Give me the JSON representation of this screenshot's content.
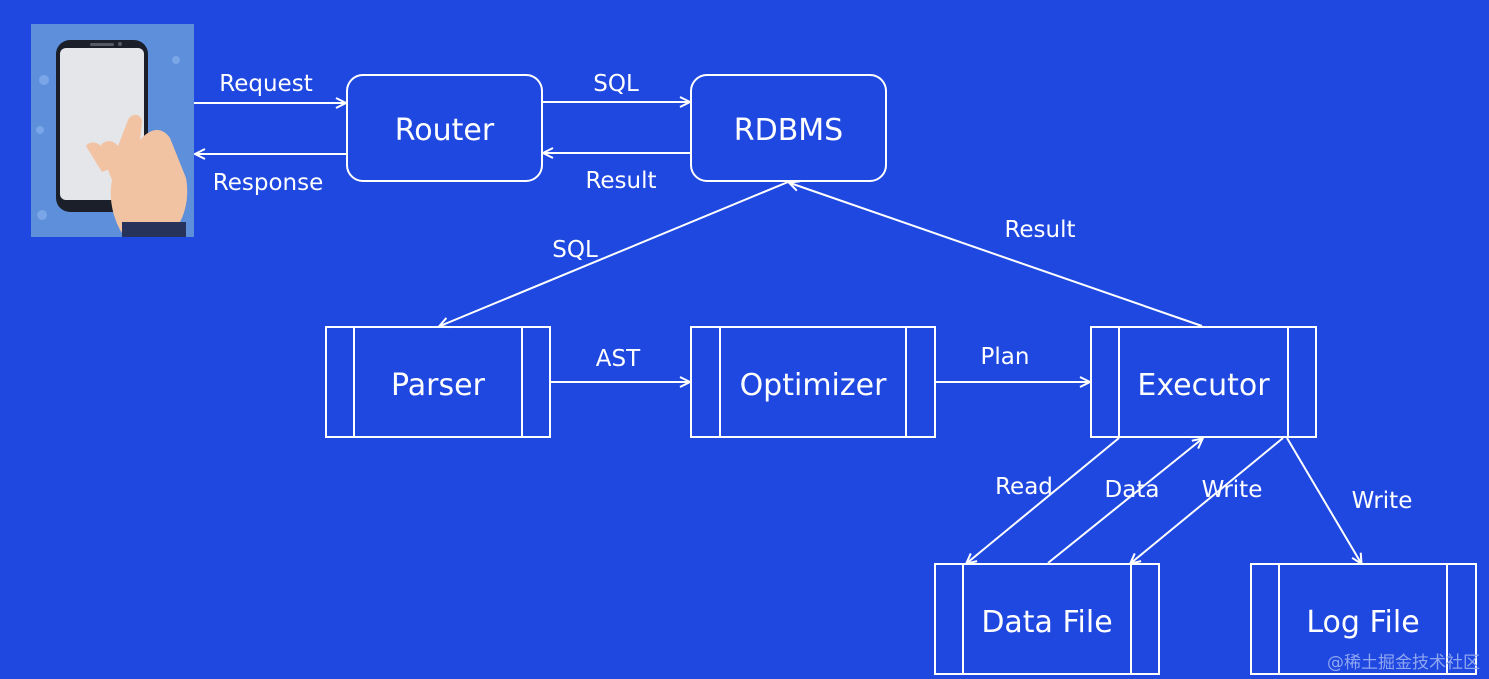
{
  "nodes": {
    "router": "Router",
    "rdbms": "RDBMS",
    "parser": "Parser",
    "optimizer": "Optimizer",
    "executor": "Executor",
    "data_file": "Data File",
    "log_file": "Log File"
  },
  "edges": {
    "request": "Request",
    "response": "Response",
    "router_to_rdbms": "SQL",
    "rdbms_to_router": "Result",
    "rdbms_to_parser": "SQL",
    "executor_to_rdbms": "Result",
    "parser_to_optimizer": "AST",
    "optimizer_to_executor": "Plan",
    "executor_read": "Read",
    "datafile_data": "Data",
    "executor_write_data": "Write",
    "executor_write_log": "Write"
  },
  "watermark": "@稀土掘金技术社区",
  "colors": {
    "background": "#1f48e0",
    "line": "#ffffff",
    "phone_panel": "#5d8fdb"
  },
  "icons": {
    "phone": "phone-in-hand-icon"
  }
}
